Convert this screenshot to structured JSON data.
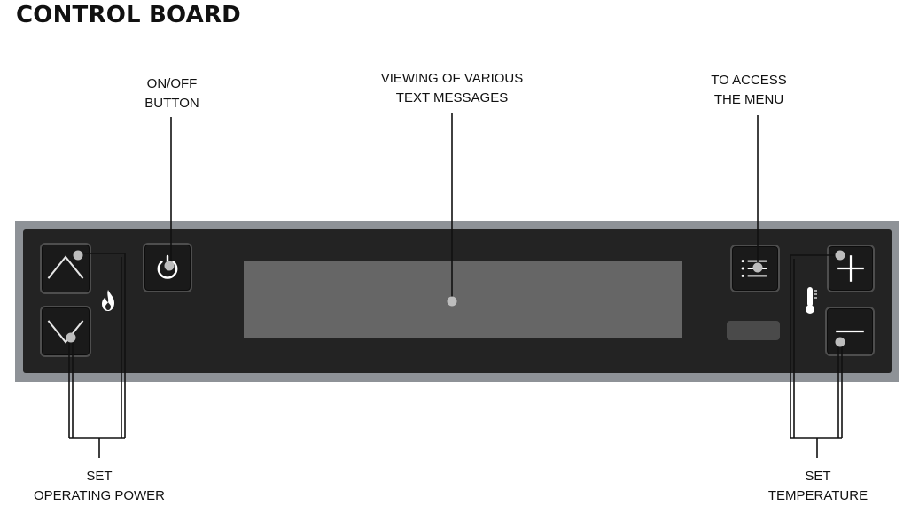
{
  "title": "CONTROL BOARD",
  "callouts": {
    "on_off": [
      "ON/OFF",
      "BUTTON"
    ],
    "display": [
      "VIEWING OF VARIOUS",
      "TEXT MESSAGES"
    ],
    "menu": [
      "TO ACCESS",
      "THE MENU"
    ],
    "power": [
      "SET",
      "OPERATING POWER"
    ],
    "temperature": [
      "SET",
      "TEMPERATURE"
    ]
  },
  "icons": {
    "power_up": "chevron-up-icon",
    "power_down": "chevron-down-icon",
    "flame": "flame-icon",
    "on_off": "power-icon",
    "menu": "menu-list-icon",
    "temp_up": "plus-icon",
    "temp_down": "minus-icon",
    "thermometer": "thermometer-icon"
  },
  "colors": {
    "panel": "#232323",
    "frame": "#8e9297",
    "display": "#666666",
    "marker": "#bdbdbd"
  }
}
